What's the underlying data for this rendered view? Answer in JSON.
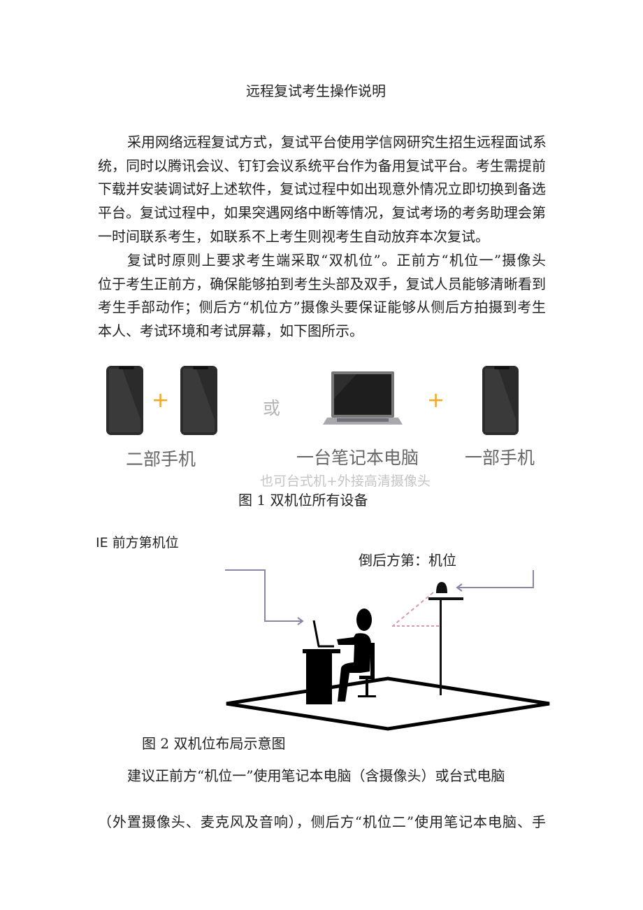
{
  "document": {
    "title": "远程复试考生操作说明",
    "paragraph1_lines": [
      "采用网络远程复试方式，复试平台使用学信网研究生招生远程面试系",
      "统，同时以腾讯会议、钉钉会议系统平台作为备用复试平台。考生需提前",
      "下载并安装调试好上述软件，复试过程中如出现意外情况立即切换到备选",
      "平台。复试过程中，如果突遇网络中断等情况，复试考场的考务助理会第",
      "一时间联系考生，如联系不上考生则视考生自动放弃本次复试。"
    ],
    "paragraph2_lines": [
      "复试时原则上要求考生端采取“双机位”。正前方“机位一”摄像头",
      "位于考生正前方，确保能够拍到考生头部及双手，复试人员能够清晰看到",
      "考生手部动作；侧后方“机位方”摄像头要保证能够从侧后方拍摄到考生",
      "本人、考试环境和考试屏幕，如下图所示。"
    ],
    "figure1": {
      "label_two_phones": "二部手机",
      "or": "或",
      "label_laptop": "一台笔记本电脑",
      "label_one_phone": "一部手机",
      "sub_note": "也可台式机+外接高清摄像头",
      "plus": "+",
      "caption": "图 1 双机位所有设备",
      "accent_color": "#f5a623"
    },
    "figure2": {
      "front_label": "IE 前方第机位",
      "rear_label": "倒后方第：机位",
      "caption": "图 2 双机位布局示意图"
    },
    "paragraph3_lines": [
      "建议正前方“机位一”使用笔记本电脑（含摄像头）或台式电脑",
      "（外置摄像头、麦克风及音响），侧后方“机位二”使用笔记本电脑、手"
    ]
  }
}
